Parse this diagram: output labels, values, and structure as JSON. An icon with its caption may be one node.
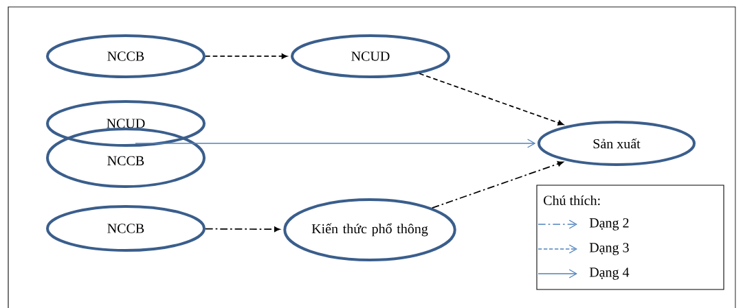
{
  "diagram": {
    "nodes": [
      {
        "text": [
          "NCCB"
        ]
      },
      {
        "text": [
          "NCUD"
        ]
      },
      {
        "text": [
          "NCUD"
        ]
      },
      {
        "text": [
          "NCCB"
        ]
      },
      {
        "text": [
          "NCCB"
        ]
      },
      {
        "text": [
          "Kiến thức phổ thông"
        ]
      },
      {
        "text": [
          "Sản xuất"
        ]
      }
    ],
    "edges": [
      {
        "from": 0,
        "to": 1,
        "arrow": "to",
        "style": "dashed"
      },
      {
        "from": 1,
        "to": 6,
        "arrow": "to",
        "style": "dashed"
      },
      {
        "from": 2,
        "to": 6,
        "arrow": "to",
        "color": "#4f81bd"
      },
      {
        "from": 3,
        "to": 6,
        "arrow": "to",
        "color": "#4f81bd"
      },
      {
        "from": 4,
        "to": 5,
        "arrow": "to",
        "style": "dashed"
      },
      {
        "from": 5,
        "to": 6,
        "arrow": "to",
        "style": "dashed"
      }
    ],
    "labels": [
      "Chú thích:"
    ],
    "legend": [
      {
        "text": "Dạng 2"
      },
      {
        "text": "Dạng 3"
      },
      {
        "text": "Dạng 4"
      }
    ]
  }
}
